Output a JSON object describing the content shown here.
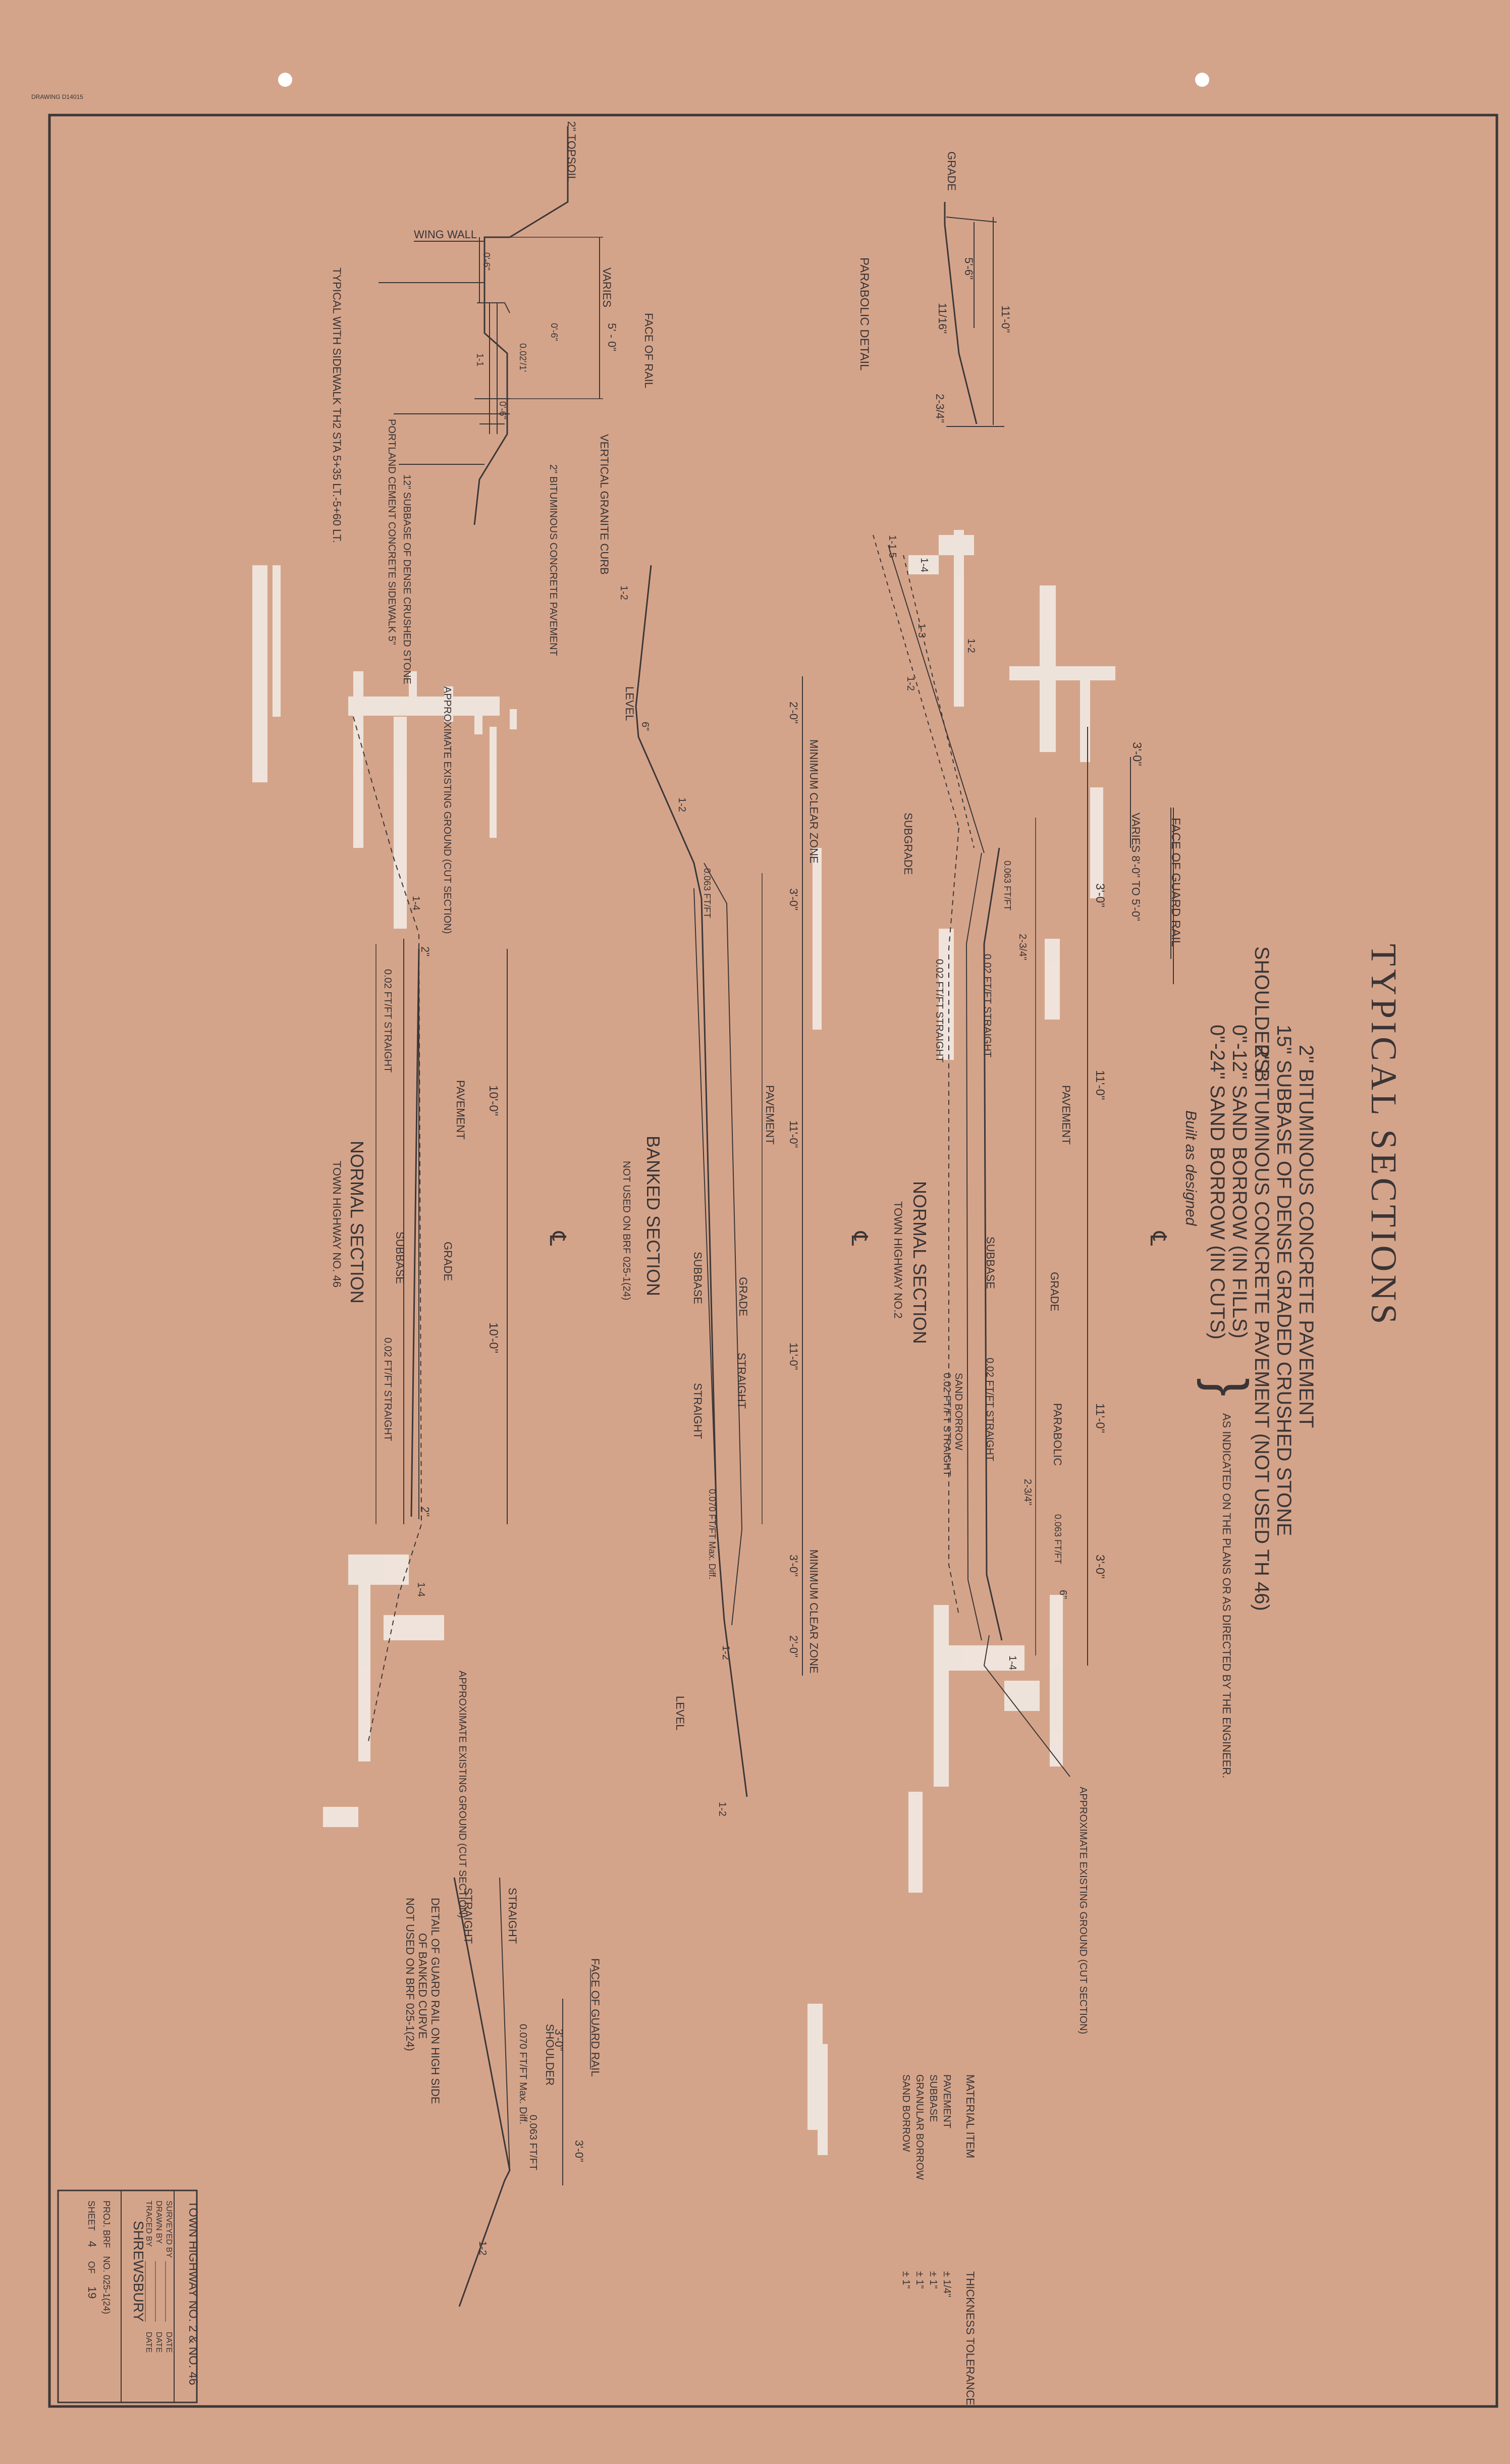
{
  "sheet": {
    "drawing_stamp": "DRAWING D14015",
    "title": "TYPICAL SECTIONS",
    "paper_color": "#d4a48a",
    "ink_color": "#3a3436",
    "whiteout_color": "#f3efe9",
    "red_note_color": "#c0413c"
  },
  "materials": {
    "line1": "2\" BITUMINOUS CONCRETE PAVEMENT",
    "line2": "15\" SUBBASE OF DENSE GRADED CRUSHED STONE",
    "shoulders_label": "SHOULDERS:",
    "line3": "2\" BITUMINOUS CONCRETE PAVEMENT (NOT USED TH 46)",
    "line4": "0\"-12\" SAND BORROW (IN FILLS)",
    "line5": "0\"-24\" SAND BORROW (IN CUTS)",
    "brace_note": "AS INDICATED ON THE PLANS OR AS DIRECTED BY THE ENGINEER.",
    "handwritten_note": "Built as designed"
  },
  "parabolic_detail": {
    "label": "PARABOLIC DETAIL",
    "grade": "GRADE",
    "dim_a": "11'-0\"",
    "dim_b": "5'-6\"",
    "dim_c": "11/16\"",
    "dim_d": "2-3/4\""
  },
  "sidewalk_detail": {
    "topsoil": "2\" TOPSOIL",
    "wing_wall": "WING WALL",
    "varies": "VARIES",
    "face_of_rail": "FACE OF RAIL",
    "dim_5": "5' - 0\"",
    "dim_06a": "0'-6\"",
    "dim_06b": "0'-6\"",
    "dim_06c": "0'-6\"",
    "dim_02": "0.02'/1'",
    "slope": "1-1",
    "vertical_curb": "VERTICAL GRANITE CURB",
    "bit_conc": "2\" BITUMINOUS CONCRETE PAVEMENT",
    "pcc_sidewalk": "PORTLAND CEMENT CONCRETE SIDEWALK 5\"",
    "subbase": "12\" SUBBASE OF DENSE CRUSHED STONE",
    "caption": "TYPICAL WITH SIDEWALK TH2 STA 5+35 LT.-5+60 LT."
  },
  "normal_section_th2": {
    "name": "NORMAL SECTION",
    "sub": "TOWN HIGHWAY NO.2",
    "face_guard_rail": "FACE OF GUARD RAIL",
    "varies": "VARIES 8'-0\" TO 5'-0\"",
    "dim_3a": "3'-0\"",
    "dim_3b": "3'-0\"",
    "dim_3c": "3'-0\"",
    "dim_11a": "11'-0\"",
    "dim_11b": "11'-0\"",
    "pavement": "PAVEMENT",
    "grade": "GRADE",
    "parabolic": "PARABOLIC",
    "subbase": "SUBBASE",
    "subgrade": "SUBGRADE",
    "slope_02a": "0.02 FT/FT STRAIGHT",
    "slope_02b": "0.02 FT/FT STRAIGHT",
    "slope_02c": "0.02 FT/FT STRAIGHT",
    "slope_02d": "0.02 FT/FT STRAIGHT",
    "sand_borrow": "SAND BORROW",
    "slope_063a": "0.063 FT/FT",
    "slope_063b": "0.063 FT/FT",
    "d234a": "2-3/4\"",
    "d234b": "2-3/4\"",
    "d6": "6\"",
    "s12": "1-2",
    "s13": "1-3",
    "s14a": "1-4",
    "s14b": "1-4",
    "s115": "1-1.5",
    "s12b": "1-2",
    "approx": "APPROXIMATE EXISTING GROUND (CUT SECTION)"
  },
  "banked_section": {
    "name": "BANKED SECTION",
    "sub": "NOT USED ON BRF 025-1(24)",
    "min_clear_a": "MINIMUM CLEAR ZONE",
    "min_clear_b": "MINIMUM CLEAR ZONE",
    "dim_2a": "2'-0\"",
    "dim_2b": "2'-0\"",
    "dim_3a": "3'-0\"",
    "dim_3b": "3'-0\"",
    "dim_11a": "11'-0\"",
    "dim_11b": "11'-0\"",
    "level_a": "LEVEL",
    "level_b": "LEVEL",
    "d6": "6\"",
    "s12a": "1-2",
    "s12b": "1-2",
    "s12c": "1-2",
    "s12d": "1-2",
    "pavement": "PAVEMENT",
    "grade": "GRADE",
    "subbase": "SUBBASE",
    "straight_a": "STRAIGHT",
    "straight_b": "STRAIGHT",
    "slope_063": "0.063 FT/FT",
    "max_diff": "0.070 FT/FT Max. Diff."
  },
  "normal_section_th46": {
    "name": "NORMAL SECTION",
    "sub": "TOWN HIGHWAY NO. 46",
    "approx_a": "APPROXIMATE EXISTING GROUND (CUT SECTION)",
    "approx_b": "APPROXIMATE EXISTING GROUND (CUT SECTION)",
    "dim_10a": "10'-0\"",
    "dim_10b": "10'-0\"",
    "pavement": "PAVEMENT",
    "grade": "GRADE",
    "subbase": "SUBBASE",
    "slope_a": "0.02 FT/FT STRAIGHT",
    "slope_b": "0.02 FT/FT STRAIGHT",
    "d2a": "2\"",
    "d2b": "2\"",
    "s14a": "1-4",
    "s14b": "1-4"
  },
  "cl_symbol": "℄",
  "guard_detail": {
    "face": "FACE OF GUARD RAIL",
    "shoulder": "SHOULDER",
    "dim_3a": "3'-0\"",
    "dim_3b": "3'-0\"",
    "straight_a": "STRAIGHT",
    "straight_b": "STRAIGHT",
    "max_diff": "0.070 FT/FT Max. Diff.",
    "slope_063": "0.063 FT/FT",
    "s12": "1-2",
    "caption1": "DETAIL OF GUARD RAIL ON HIGH SIDE",
    "caption2": "OF BANKED CURVE",
    "caption3": "NOT USED ON BRF 025-1(24)"
  },
  "tolerance_table": {
    "col1": "MATERIAL ITEM",
    "col2": "THICKNESS TOLERANCE",
    "rows": [
      {
        "item": "PAVEMENT",
        "tol": "± 1/4\""
      },
      {
        "item": "SUBBASE",
        "tol": "± 1\""
      },
      {
        "item": "GRANULAR BORROW",
        "tol": "± 1\""
      },
      {
        "item": "SAND BORROW",
        "tol": "± 1\""
      }
    ]
  },
  "title_block": {
    "line1": "TOWN HIGHWAY NO. 2 & NO. 46",
    "surveyed": "SURVEYED BY",
    "drawn": "DRAWN BY",
    "traced": "TRACED BY",
    "date": "DATE",
    "town": "SHREWSBURY",
    "project_label": "PROJ. BRF",
    "project_no": "NO. 025-1(24)",
    "sheet_label": "SHEET",
    "sheet_no": "4",
    "of_label": "OF",
    "sheet_total": "19"
  }
}
